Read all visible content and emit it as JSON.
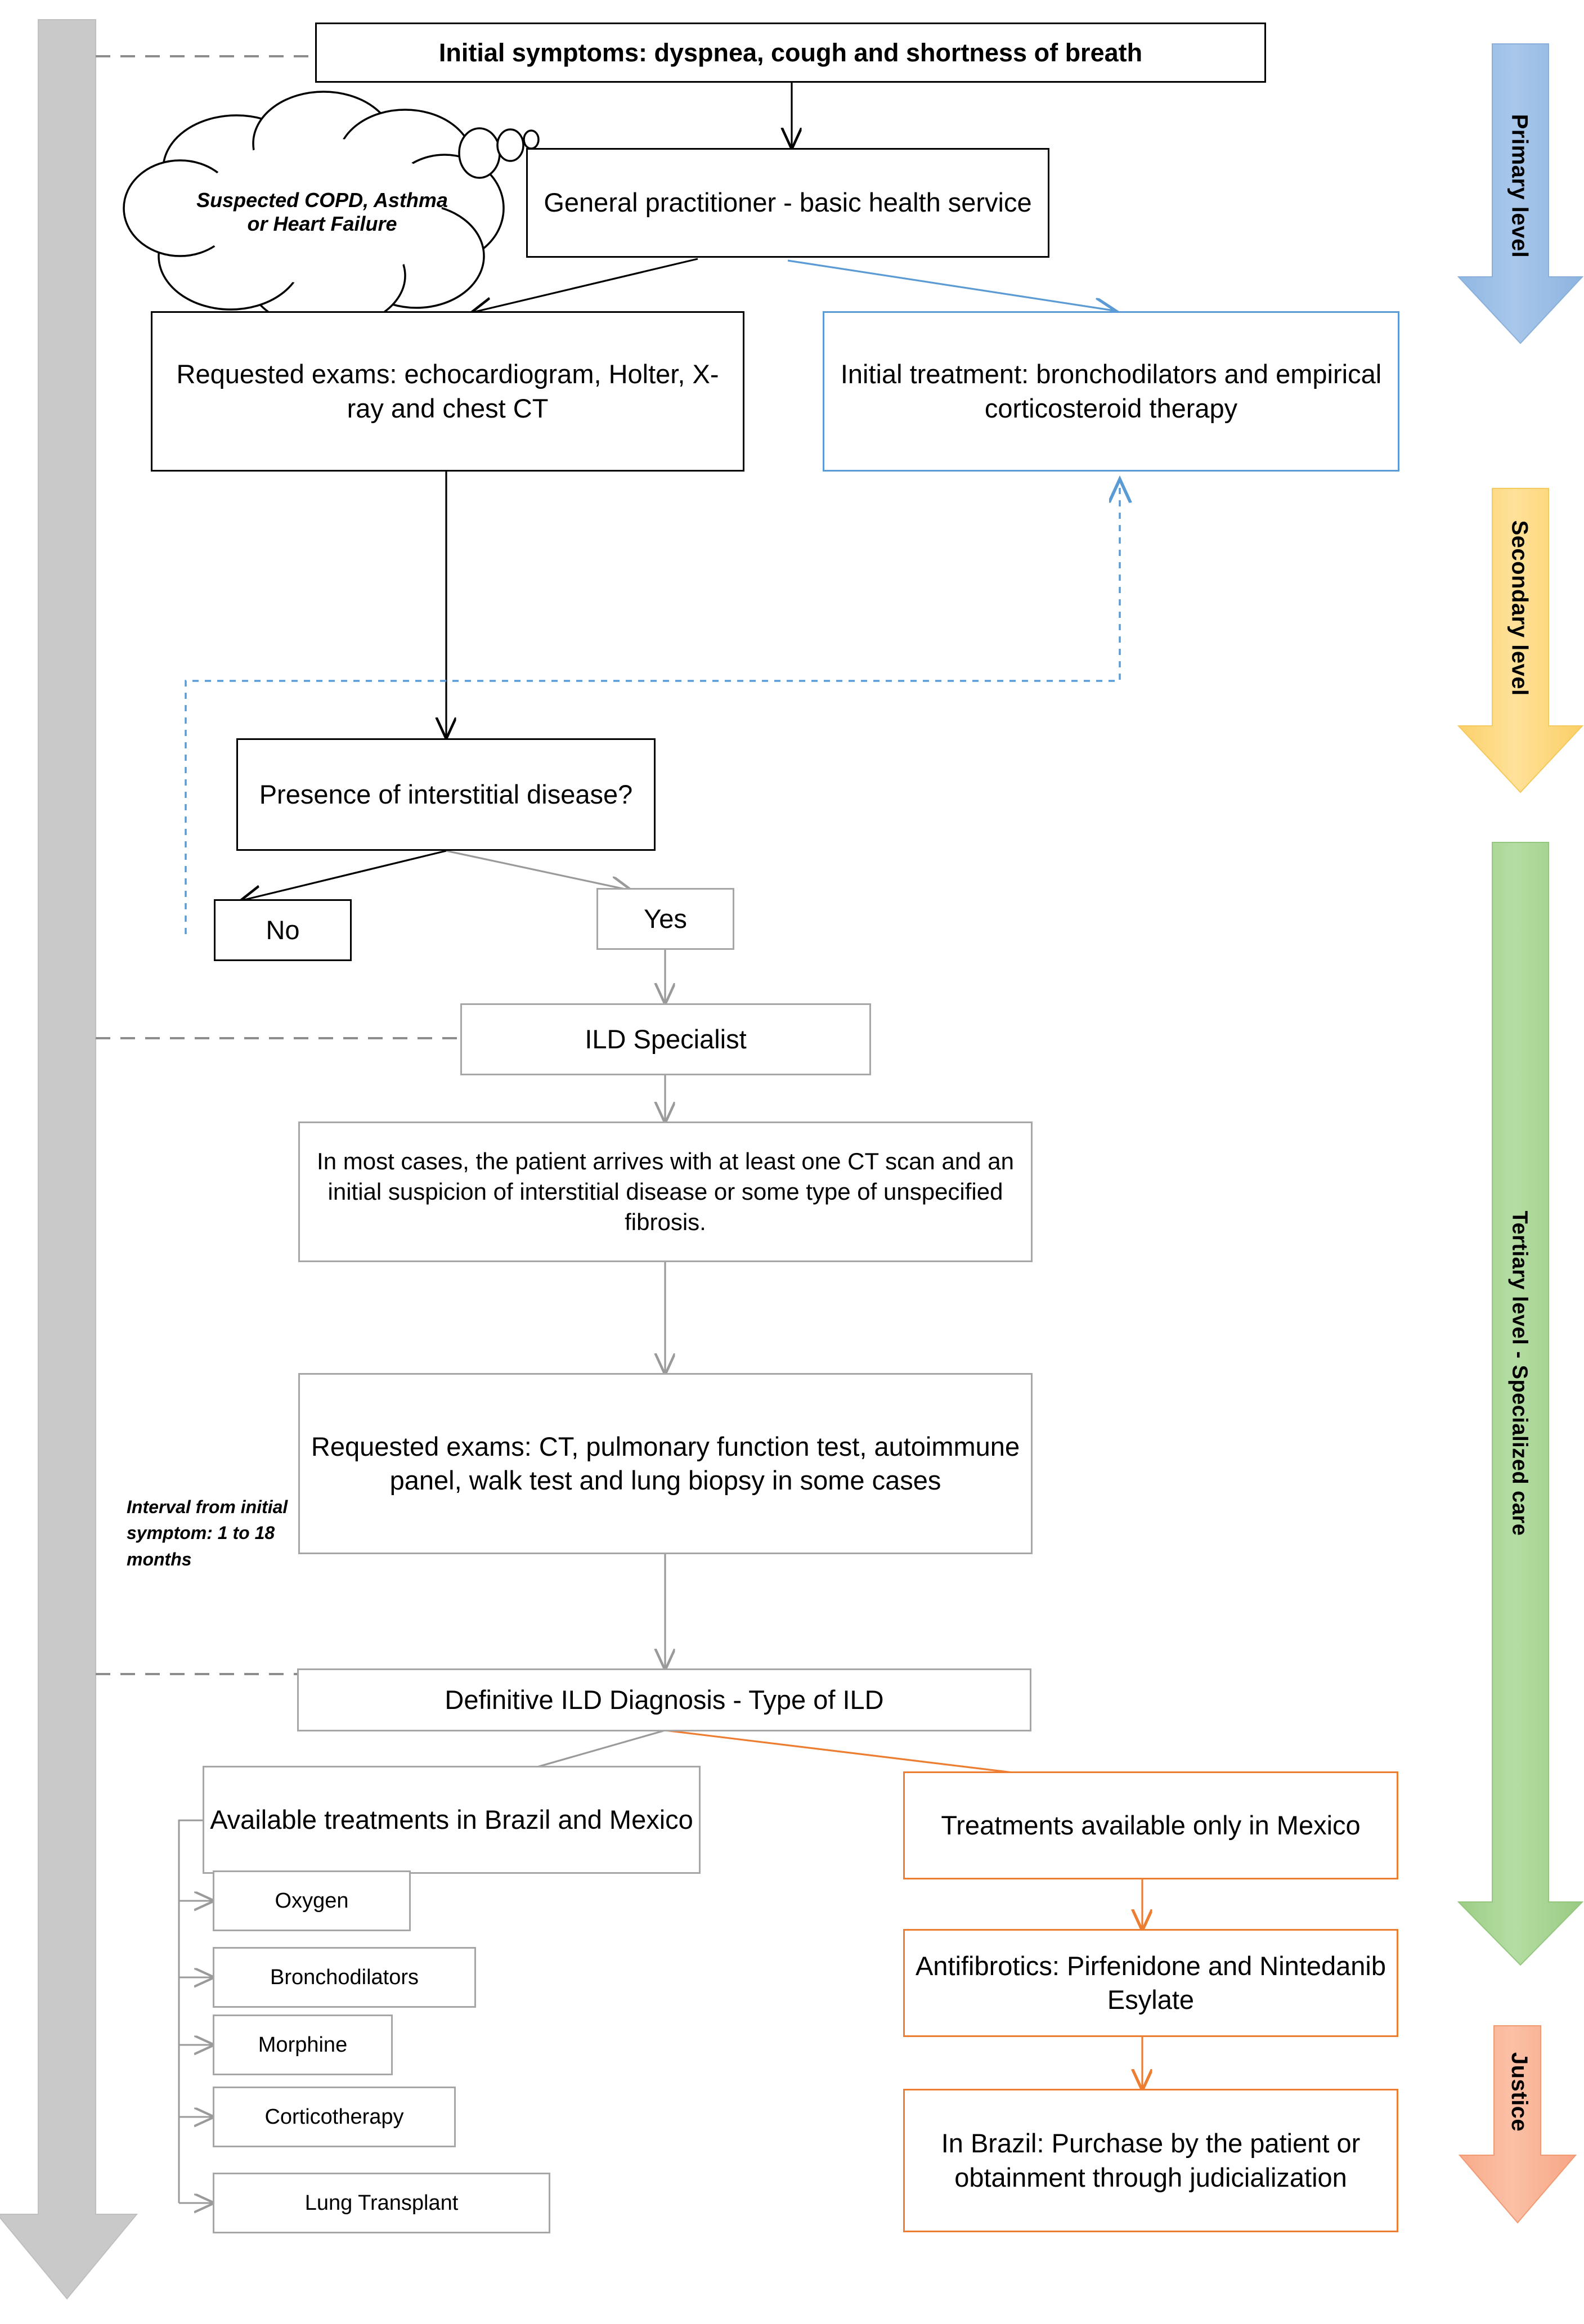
{
  "diagram": {
    "title": "Patient journey flowchart for Interstitial Lung Disease (ILD) in Brazil and Mexico",
    "colors": {
      "black": "#000000",
      "gray": "#a6a6a6",
      "blue": "#5b9bd5",
      "orange": "#ed7d31",
      "primary_level_fill": "#9dc3e6",
      "secondary_level_fill": "#ffd966",
      "tertiary_level_fill": "#a9d18e",
      "justice_level_fill": "#f8ac8c",
      "timeline_arrow_fill": "#c9c9c9"
    }
  },
  "nodes": {
    "initial_symptoms": "Initial symptoms: dyspnea, cough and shortness of breath",
    "thought_cloud": "Suspected COPD, Asthma or Heart Failure",
    "general_practitioner": "General practitioner - basic health service",
    "requested_exams_primary": "Requested exams: echocardiogram, Holter, X-ray and chest CT",
    "initial_treatment": "Initial treatment: bronchodilators and empirical corticosteroid therapy",
    "decision_interstitial": "Presence of interstitial disease?",
    "decision_no": "No",
    "decision_yes": "Yes",
    "ild_specialist": "ILD Specialist",
    "arrival_note": "In most cases, the patient arrives with at least one CT scan and an initial suspicion of interstitial disease or some type of unspecified fibrosis.",
    "requested_exams_tertiary": "Requested exams: CT, pulmonary function test, autoimmune panel, walk test and lung biopsy in some cases",
    "definitive_diagnosis": "Definitive ILD Diagnosis - Type of ILD",
    "treatments_brazil_mexico": "Available treatments in Brazil and Mexico",
    "treatments_mexico_only": "Treatments available only in Mexico",
    "antifibrotics": "Antifibrotics: Pirfenidone and Nintedanib Esylate",
    "in_brazil_purchase": "In Brazil: Purchase by the patient or obtainment through judicialization"
  },
  "treatment_list": [
    "Oxygen",
    "Bronchodilators",
    "Morphine",
    "Corticotherapy",
    "Lung Transplant"
  ],
  "annotations": {
    "interval_note": "Interval from initial symptom: 1 to 18 months"
  },
  "levels": [
    {
      "label": "Primary level",
      "color": "#9dc3e6"
    },
    {
      "label": "Secondary level",
      "color": "#ffd966"
    },
    {
      "label": "Tertiary level - Specialized care",
      "color": "#a9d18e"
    },
    {
      "label": "Justice",
      "color": "#f8ac8c"
    }
  ]
}
